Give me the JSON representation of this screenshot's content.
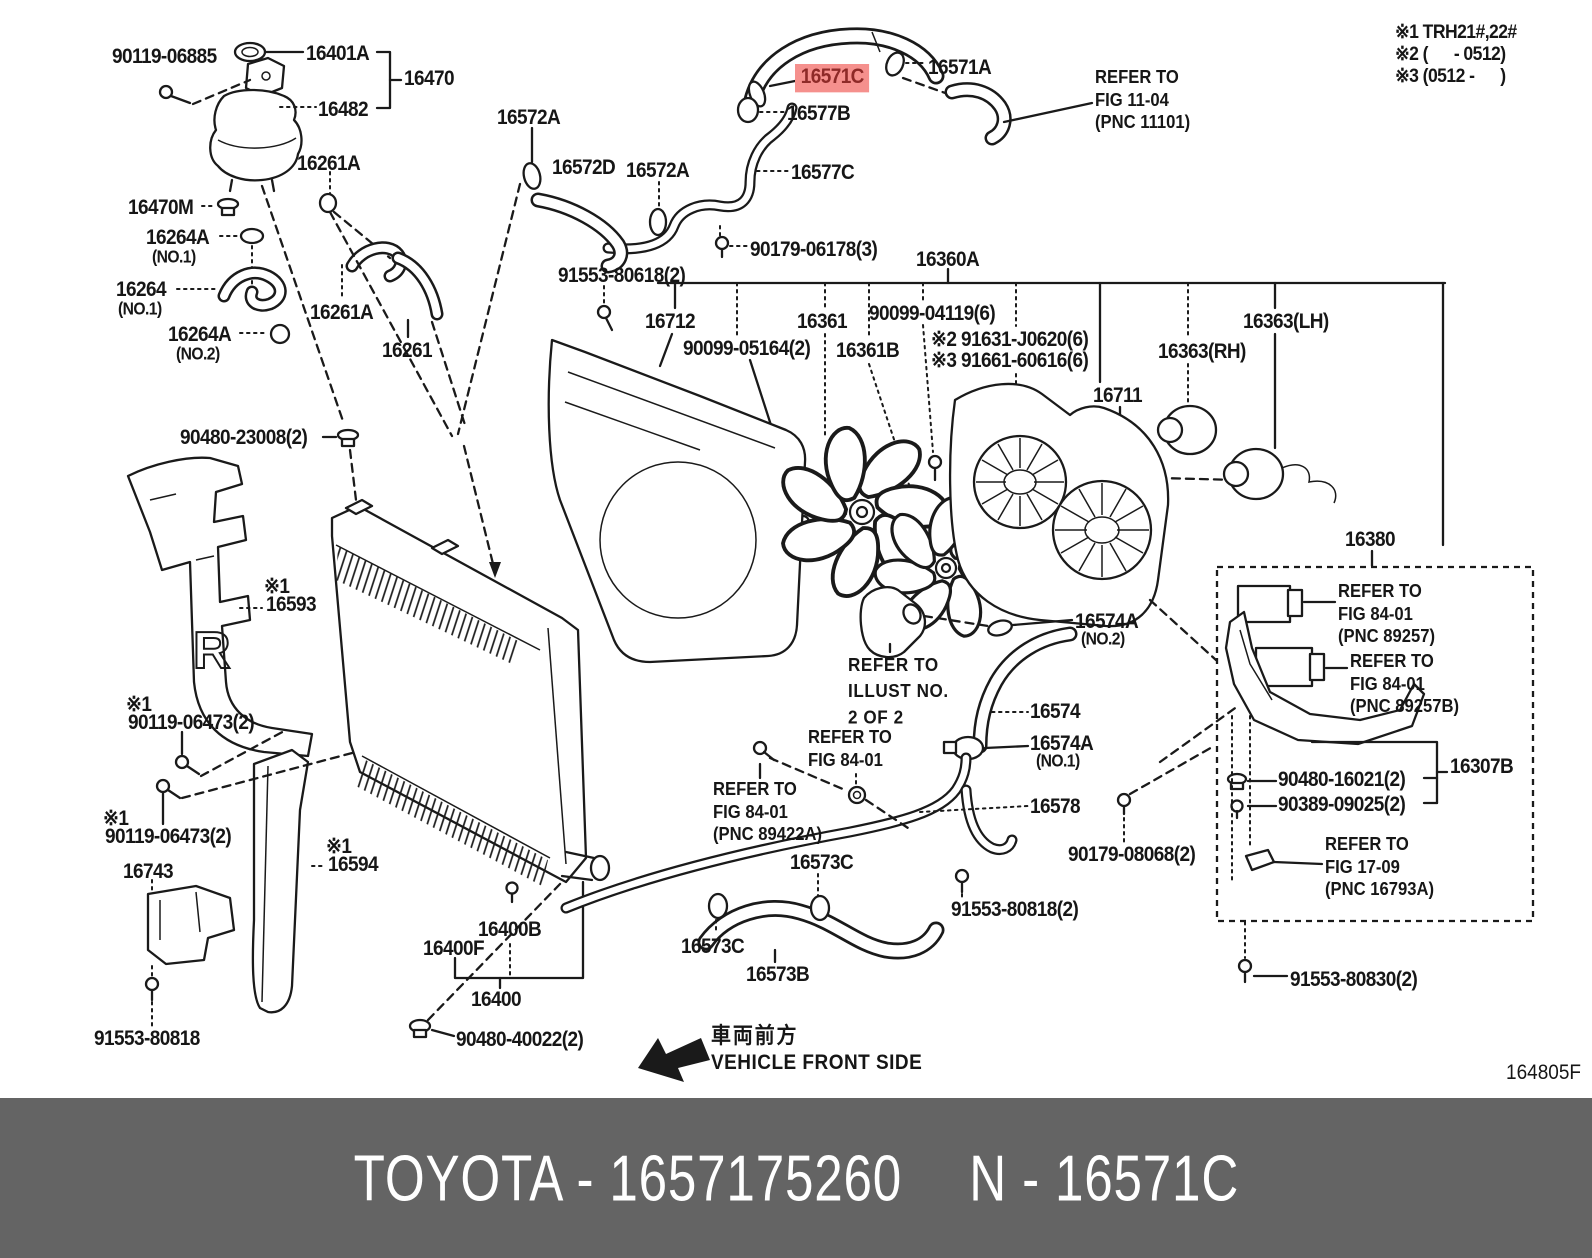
{
  "diagram": {
    "highlight": {
      "text": "16571C",
      "bg_color": "#f5908d",
      "text_color": "#8e2a28"
    },
    "notes": [
      "※1 TRH21#,22#",
      "※2 (      - 0512)",
      "※3 (0512 -      )"
    ],
    "labels": [
      "90119-06885",
      "16401A",
      "16470",
      "16482",
      "16261A",
      "16470M",
      "16264A",
      "(NO.1)",
      "16264",
      "(NO.1)",
      "16261A",
      "16264A",
      "(NO.2)",
      "16261",
      "16572A",
      "16572D",
      "16572A",
      "16577B",
      "16571A",
      "16577C",
      "90179-06178(3)",
      "91553-80618(2)",
      "16360A",
      "REFER TO\nFIG 11-04\n(PNC 11101)",
      "16712",
      "90099-05164(2)",
      "16361",
      "16361B",
      "90099-04119(6)",
      "※2 91631-J0620(6)",
      "※3 91661-60616(6)",
      "16711",
      "16363(LH)",
      "16363(RH)",
      "90480-23008(2)",
      "※1",
      "16593",
      "※1",
      "90119-06473(2)",
      "※1",
      "90119-06473(2)",
      "16743",
      "※1",
      "16594",
      "91553-80818",
      "16400B",
      "16400F",
      "16400",
      "90480-40022(2)",
      "REFER TO\nILLUST NO.\n2 OF 2",
      "REFER TO\nFIG 84-01",
      "REFER TO\nFIG 84-01\n(PNC 89422A)",
      "16574A",
      "(NO.2)",
      "16574",
      "16574A",
      "(NO.1)",
      "16578",
      "16573C",
      "16573C",
      "16573B",
      "91553-80818(2)",
      "90179-08068(2)",
      "16380",
      "REFER TO\nFIG 84-01\n(PNC 89257)",
      "REFER TO\nFIG 84-01\n(PNC 89257B)",
      "16307B",
      "90480-16021(2)",
      "90389-09025(2)",
      "REFER TO\nFIG 17-09\n(PNC 16793A)",
      "91553-80830(2)"
    ],
    "front_marker": {
      "jp": "車両前方",
      "en": "VEHICLE FRONT SIDE"
    },
    "ref_code": "164805F"
  },
  "footer": {
    "brand_part": "TOYOTA - 1657175260",
    "catalog_part": "N - 16571C",
    "bg_color": "#646464",
    "text_color": "#ffffff"
  }
}
